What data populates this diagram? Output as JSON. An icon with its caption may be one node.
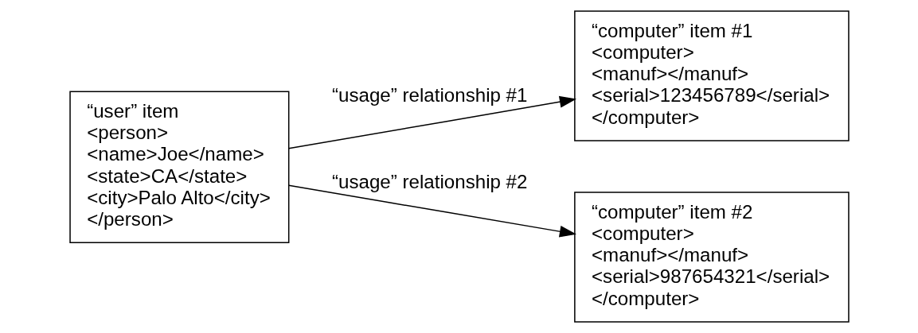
{
  "diagram": {
    "nodes": [
      {
        "text": [
          "“user” item",
          "<person>",
          "<name>Joe</name>",
          "<state>CA</state>",
          "<city>Palo Alto</city>",
          "</person>"
        ]
      },
      {
        "text": [
          "“computer” item #1",
          "<computer>",
          "<manuf></manuf>",
          "<serial>123456789</serial>",
          "</computer>"
        ]
      },
      {
        "text": [
          "“computer” item #2",
          "<computer>",
          "<manuf></manuf>",
          "<serial>987654321</serial>",
          "</computer>"
        ]
      }
    ],
    "edges": [
      {
        "from": 0,
        "to": 1,
        "arrow": "to",
        "label": "“usage” relationship #1"
      },
      {
        "from": 0,
        "to": 2,
        "arrow": "to",
        "label": "“usage” relationship #2"
      }
    ]
  }
}
